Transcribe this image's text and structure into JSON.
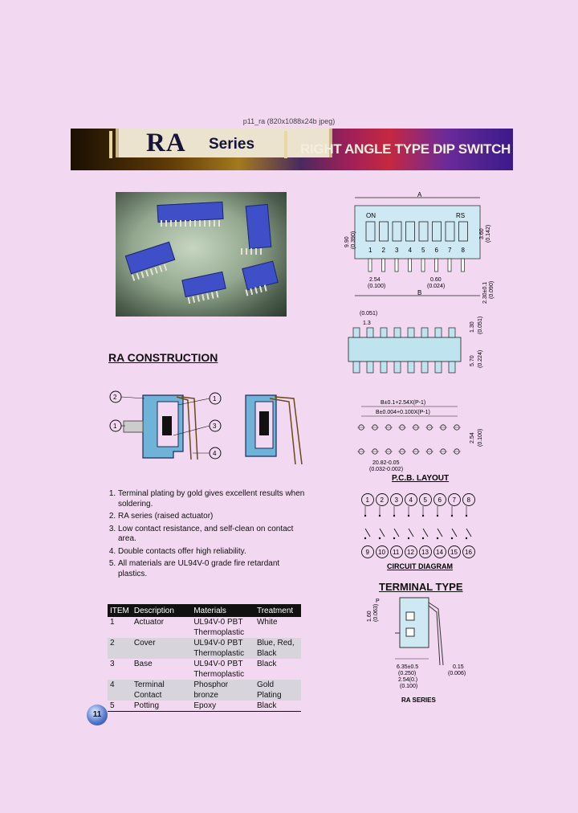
{
  "caption": "p11_ra (820x1088x24b jpeg)",
  "banner": {
    "series_code": "RA",
    "series_word": "Series",
    "title": "RIGHT ANGLE TYPE DIP SWITCH"
  },
  "dimension_drawing": {
    "dim_a": "A",
    "dim_b": "B",
    "label_on": "ON",
    "label_rs": "RS",
    "pin_numbers": [
      "1",
      "2",
      "3",
      "4",
      "5",
      "6",
      "7",
      "8"
    ],
    "height_mm": "9.90",
    "height_in": "(0.390)",
    "act_mm": "3.60",
    "act_in": "(0.142)",
    "pitch_mm": "2.54",
    "pitch_in": "(0.100)",
    "pin_w_mm": "0.60",
    "pin_w_in": "(0.024)",
    "pin_len_mm": "2.30±0.1",
    "pin_len_in": "(0.090)",
    "top_in": "(0.051)",
    "top_mm": "1.3",
    "side1_mm": "1.30",
    "side1_in": "(0.051)",
    "side2_mm": "5.70",
    "side2_in": "(0.224)"
  },
  "construction": {
    "title": "RA CONSTRUCTION",
    "callouts": [
      "1",
      "2",
      "3",
      "4"
    ],
    "notes": [
      "Terminal plating by gold gives excellent results when soldering.",
      "RA series (raised actuator)",
      "Low contact resistance, and self-clean on contact area.",
      "Double contacts offer high reliability.",
      "All materials are UL94V-0 grade fire retardant plastics."
    ]
  },
  "pcb_layout": {
    "label": "P.C.B. LAYOUT",
    "dim1": "B±0.1+2.54X(P-1)",
    "dim2": "B±0.004+0.100X(P-1)",
    "hole_mm": "20.82-0.05",
    "hole_in": "(0.032-0.002)",
    "pitch_mm": "2.54",
    "pitch_in": "(0.100)"
  },
  "circuit": {
    "label": "CIRCUIT DIAGRAM",
    "top": [
      "1",
      "2",
      "3",
      "4",
      "5",
      "6",
      "7",
      "8"
    ],
    "bottom": [
      "9",
      "10",
      "11",
      "12",
      "13",
      "14",
      "15",
      "16"
    ]
  },
  "terminal": {
    "title": "TERMINAL TYPE",
    "label": "RA SERIES",
    "h_mm": "1.60",
    "h_in": "(0.063)",
    "p_mark": "P",
    "w1_mm": "6.35±0.5",
    "w1_in": "(0.250)",
    "w2_mm": "2.54(0.)",
    "w2_in": "(0.100)",
    "t_mm": "0.15",
    "t_in": "(0.006)"
  },
  "materials_table": {
    "headers": [
      "ITEM",
      "Description",
      "Materials",
      "Treatment"
    ],
    "rows": [
      {
        "item": "1",
        "description": "Actuator",
        "materials": "UL94V-0 PBT\nThermoplastic",
        "treatment": "White"
      },
      {
        "item": "2",
        "description": "Cover",
        "materials": "UL94V-0 PBT\nThermoplastic",
        "treatment": "Blue, Red,\nBlack"
      },
      {
        "item": "3",
        "description": "Base",
        "materials": "UL94V-0 PBT\nThermoplastic",
        "treatment": "Black"
      },
      {
        "item": "4",
        "description": "Terminal Contact",
        "materials": "Phosphor bronze",
        "treatment": "Gold Plating"
      },
      {
        "item": "5",
        "description": "Potting",
        "materials": "Epoxy",
        "treatment": "Black"
      }
    ]
  },
  "page_number": "11",
  "colors": {
    "background": "#f2d8f0",
    "switch_blue": "#3e4fc7",
    "drawing_fill": "#bfe3ef"
  }
}
